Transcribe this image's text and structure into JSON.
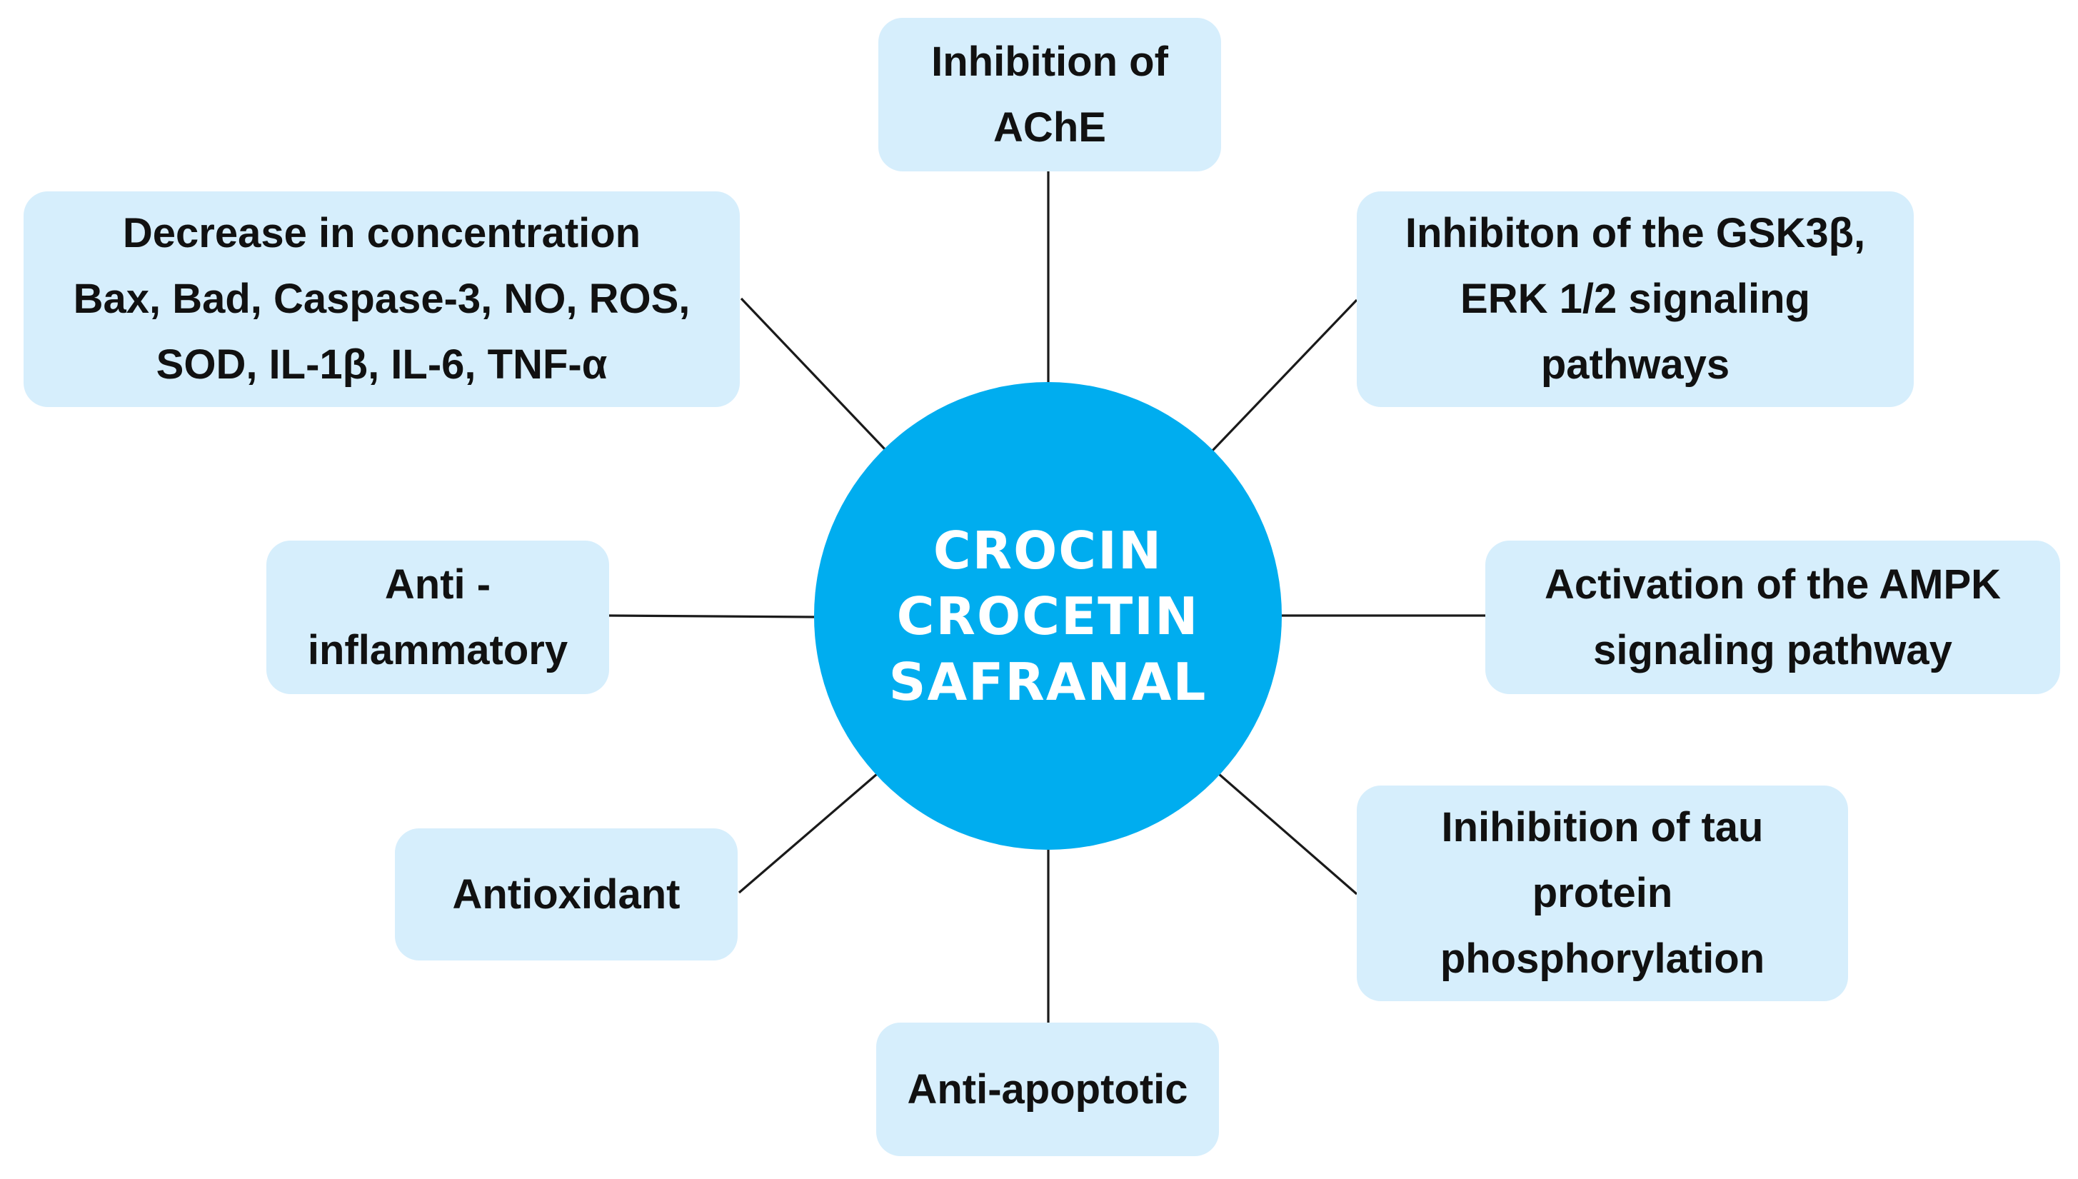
{
  "center": {
    "lines": [
      "CROCIN",
      "CROCETIN",
      "SAFRANAL"
    ]
  },
  "nodes": [
    {
      "id": "ache",
      "lines": [
        "Inhibition of",
        "AChE"
      ]
    },
    {
      "id": "gsk3b-erk",
      "lines": [
        "Inhibiton of the GSK3β,",
        "ERK 1/2 signaling",
        "pathways"
      ]
    },
    {
      "id": "ampk",
      "lines": [
        "Activation of the AMPK",
        "signaling pathway"
      ]
    },
    {
      "id": "tau",
      "lines": [
        "Inihibition of tau",
        "protein",
        "phosphorylation"
      ]
    },
    {
      "id": "anti-apoptotic",
      "lines": [
        "Anti-apoptotic"
      ]
    },
    {
      "id": "antioxidant",
      "lines": [
        "Antioxidant"
      ]
    },
    {
      "id": "anti-inflammatory",
      "lines": [
        "Anti -",
        "inflammatory"
      ]
    },
    {
      "id": "decrease-concentration",
      "lines": [
        "Decrease in concentration",
        "Bax, Bad, Caspase-3, NO, ROS,",
        "SOD, IL-1β, IL-6, TNF-α"
      ]
    }
  ],
  "colors": {
    "center_fill": "#00adef",
    "center_text": "#ffffff",
    "node_fill": "#d6eefc",
    "node_text": "#111111",
    "connector": "#1a1a1a"
  }
}
